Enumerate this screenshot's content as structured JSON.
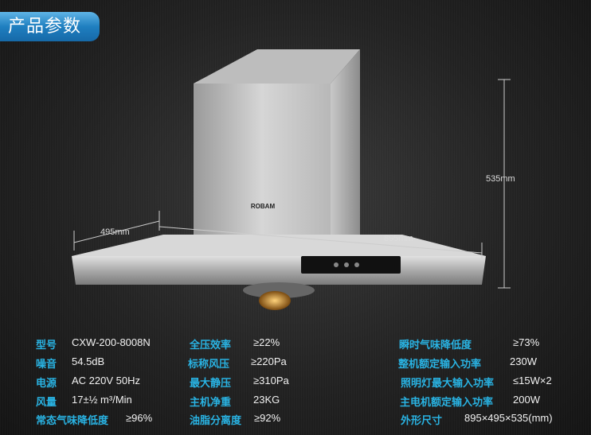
{
  "header": {
    "title": "产品参数"
  },
  "product": {
    "brand": "ROBAM"
  },
  "dimensions": {
    "height": "535mm",
    "depth": "495mm",
    "width": "895mm"
  },
  "specs": [
    {
      "label": "型号",
      "value": "CXW-200-8008N"
    },
    {
      "label": "噪音",
      "value": "54.5dB"
    },
    {
      "label": "电源",
      "value": "AC 220V 50Hz"
    },
    {
      "label": "风量",
      "value": "17±½ m³/Min"
    },
    {
      "label": "常态气味降低度",
      "value": "≥96%"
    },
    {
      "label": "全压效率",
      "value": "≥22%"
    },
    {
      "label": "标称风压",
      "value": "≥220Pa"
    },
    {
      "label": "最大静压",
      "value": "≥310Pa"
    },
    {
      "label": "主机净重",
      "value": "23KG"
    },
    {
      "label": "油脂分离度",
      "value": "≥92%"
    },
    {
      "label": "瞬时气味降低度",
      "value": "≥73%"
    },
    {
      "label": "整机额定输入功率",
      "value": "230W"
    },
    {
      "label": "照明灯最大输入功率",
      "value": "≤15W×2"
    },
    {
      "label": "主电机额定输入功率",
      "value": "200W"
    },
    {
      "label": "外形尺寸",
      "value": "895×495×535(mm)"
    }
  ]
}
